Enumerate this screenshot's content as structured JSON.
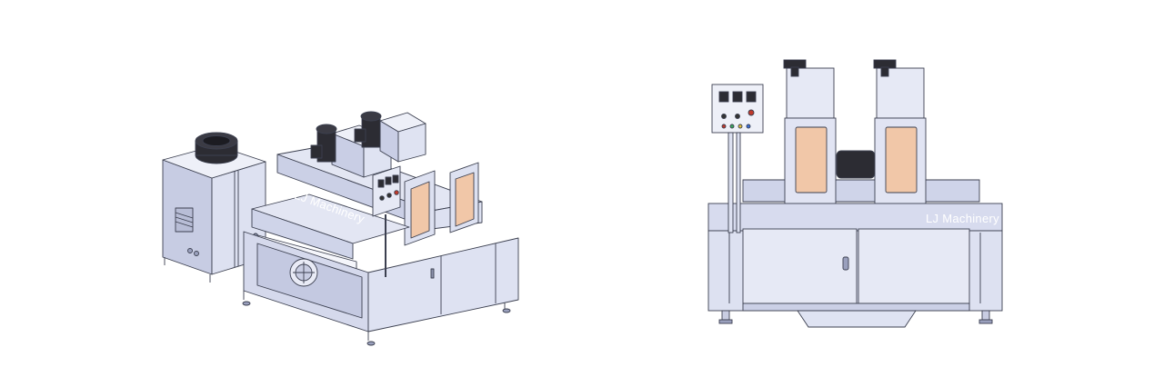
{
  "watermarks": {
    "left": "LJ Machinery",
    "right": "LJ Machinery"
  },
  "colors": {
    "body": "#d5d9ec",
    "body_light": "#e6e9f5",
    "body_dark": "#b9bed6",
    "outline": "#3c4050",
    "window": "#f1c7a8",
    "fan": "#2c2c33"
  },
  "figures": [
    {
      "name": "isometric-view",
      "description_visible": false
    },
    {
      "name": "front-view",
      "description_visible": false
    }
  ]
}
